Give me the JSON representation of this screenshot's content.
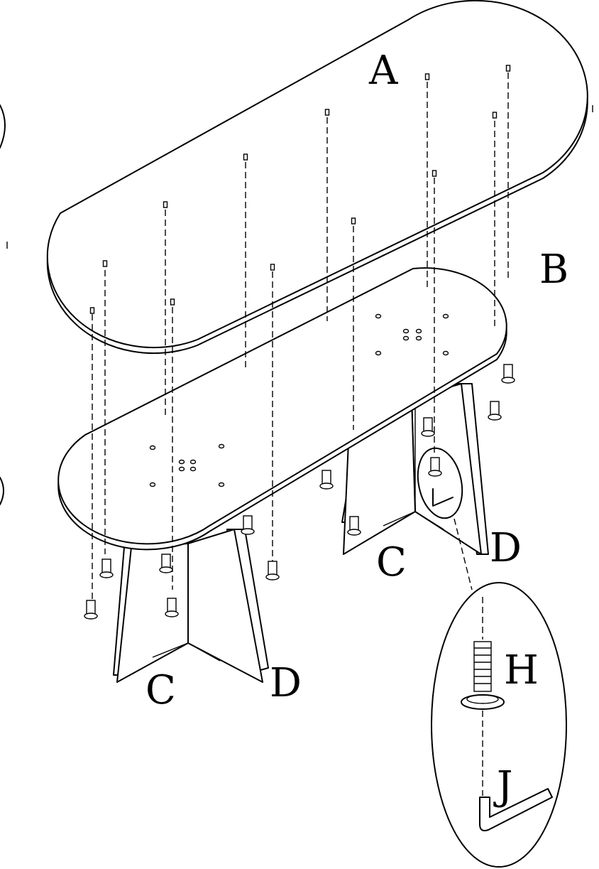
{
  "labels": {
    "tabletop": "A",
    "shelf": "B",
    "leg_c_front": "C",
    "leg_d_front": "D",
    "leg_c_back": "C",
    "leg_d_back": "D",
    "screw": "H",
    "allen_key": "J"
  },
  "parts": {
    "tabletop": "A",
    "shelf": "B",
    "leg_panel_c": "C",
    "leg_panel_d": "D",
    "screw": "H",
    "allen_key": "J"
  }
}
